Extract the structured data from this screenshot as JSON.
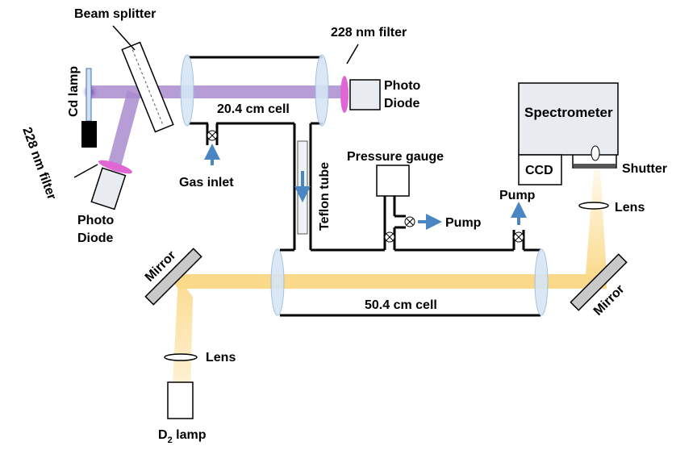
{
  "colors": {
    "uv_beam": "#a98ccf",
    "broadband_beam": "#fbd98a",
    "filter": "#e066d3",
    "window": "#d6e6f5",
    "arrow": "#4a86c4",
    "lamp": "#000000",
    "device_fill": "#e8ebf0"
  },
  "labels": {
    "beam_splitter": "Beam splitter",
    "filter_top": "228 nm filter",
    "filter_left": "228 nm filter",
    "cd_lamp": "Cd lamp",
    "photo_top_1": "Photo",
    "photo_top_2": "Diode",
    "photo_left_1": "Photo",
    "photo_left_2": "Diode",
    "cell_top": "20.4 cm cell",
    "gas_inlet": "Gas inlet",
    "teflon_tube": "Teflon tube",
    "pressure_gauge": "Pressure gauge",
    "pump_mid": "Pump",
    "pump_right": "Pump",
    "spectrometer": "Spectrometer",
    "ccd": "CCD",
    "shutter": "Shutter",
    "lens_right": "Lens",
    "mirror_left": "Mirror",
    "mirror_right": "Mirror",
    "cell_bottom": "50.4 cm cell",
    "lens_bottom": "Lens",
    "d2_lamp_main": "D",
    "d2_lamp_sub": "2",
    "d2_lamp_rest": " lamp"
  }
}
